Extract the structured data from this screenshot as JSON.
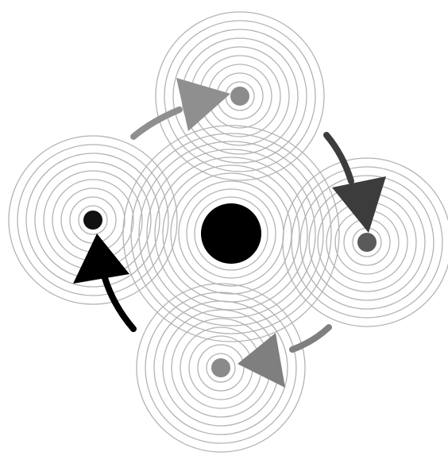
{
  "diagram": {
    "background": "#ffffff",
    "ring_color": "#b3b3b3",
    "center_mass": {
      "color": "#000000"
    },
    "sources": [
      {
        "id": "top",
        "color": "#8c8c8c"
      },
      {
        "id": "right",
        "color": "#5a5a5a"
      },
      {
        "id": "bottom",
        "color": "#8a8a8a"
      },
      {
        "id": "left",
        "color": "#111111"
      }
    ],
    "arrows": [
      {
        "id": "left-to-top",
        "color": "#8f8f8f"
      },
      {
        "id": "top-to-right",
        "color": "#3c3c3c"
      },
      {
        "id": "right-to-bottom",
        "color": "#7f7f7f"
      },
      {
        "id": "bottom-to-left",
        "color": "#000000"
      }
    ]
  }
}
